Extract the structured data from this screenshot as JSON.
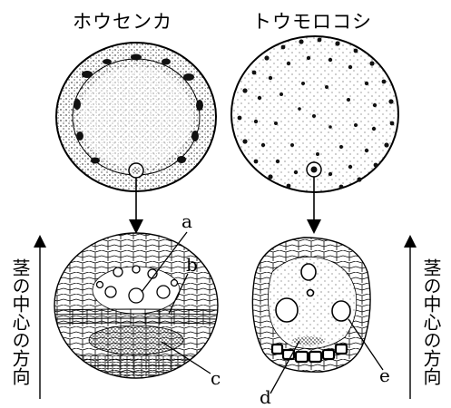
{
  "titles": {
    "left_plant": "ホウセンカ",
    "right_plant": "トウモロコシ"
  },
  "side_labels": {
    "left": "茎の中心の方向",
    "right": "茎の中心の方向"
  },
  "part_labels": {
    "a": "a",
    "b": "b",
    "c": "c",
    "d": "d",
    "e": "e"
  }
}
